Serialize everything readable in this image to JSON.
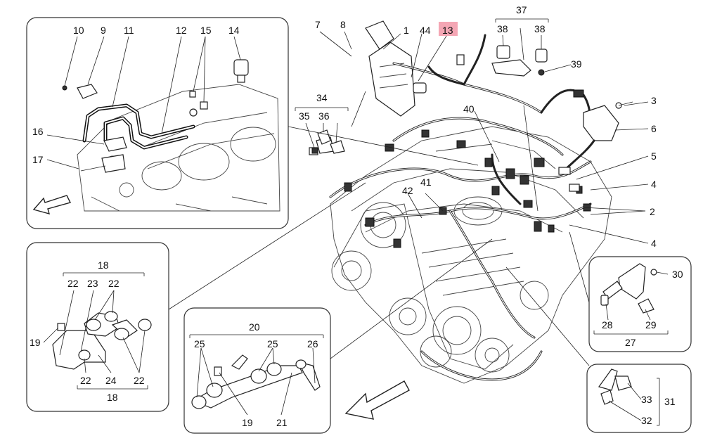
{
  "callouts": {
    "c1": "1",
    "c2": "2",
    "c3": "3",
    "c4a": "4",
    "c4b": "4",
    "c5": "5",
    "c6": "6",
    "c7": "7",
    "c8": "8",
    "c9": "9",
    "c10": "10",
    "c11": "11",
    "c12": "12",
    "c13": "13",
    "c14": "14",
    "c15": "15",
    "c16": "16",
    "c17": "17",
    "c18a": "18",
    "c18b": "18",
    "c19a": "19",
    "c19b": "19",
    "c20": "20",
    "c21": "21",
    "c22a": "22",
    "c22b": "22",
    "c22c": "22",
    "c22d": "22",
    "c23": "23",
    "c24": "24",
    "c25a": "25",
    "c25b": "25",
    "c26": "26",
    "c27": "27",
    "c28": "28",
    "c29": "29",
    "c30": "30",
    "c31": "31",
    "c32": "32",
    "c33": "33",
    "c34": "34",
    "c35": "35",
    "c36": "36",
    "c37": "37",
    "c38a": "38",
    "c38b": "38",
    "c39": "39",
    "c40": "40",
    "c41": "41",
    "c42": "42",
    "c44": "44"
  },
  "highlight": {
    "callout": "13",
    "color": "#f4a6b4"
  }
}
